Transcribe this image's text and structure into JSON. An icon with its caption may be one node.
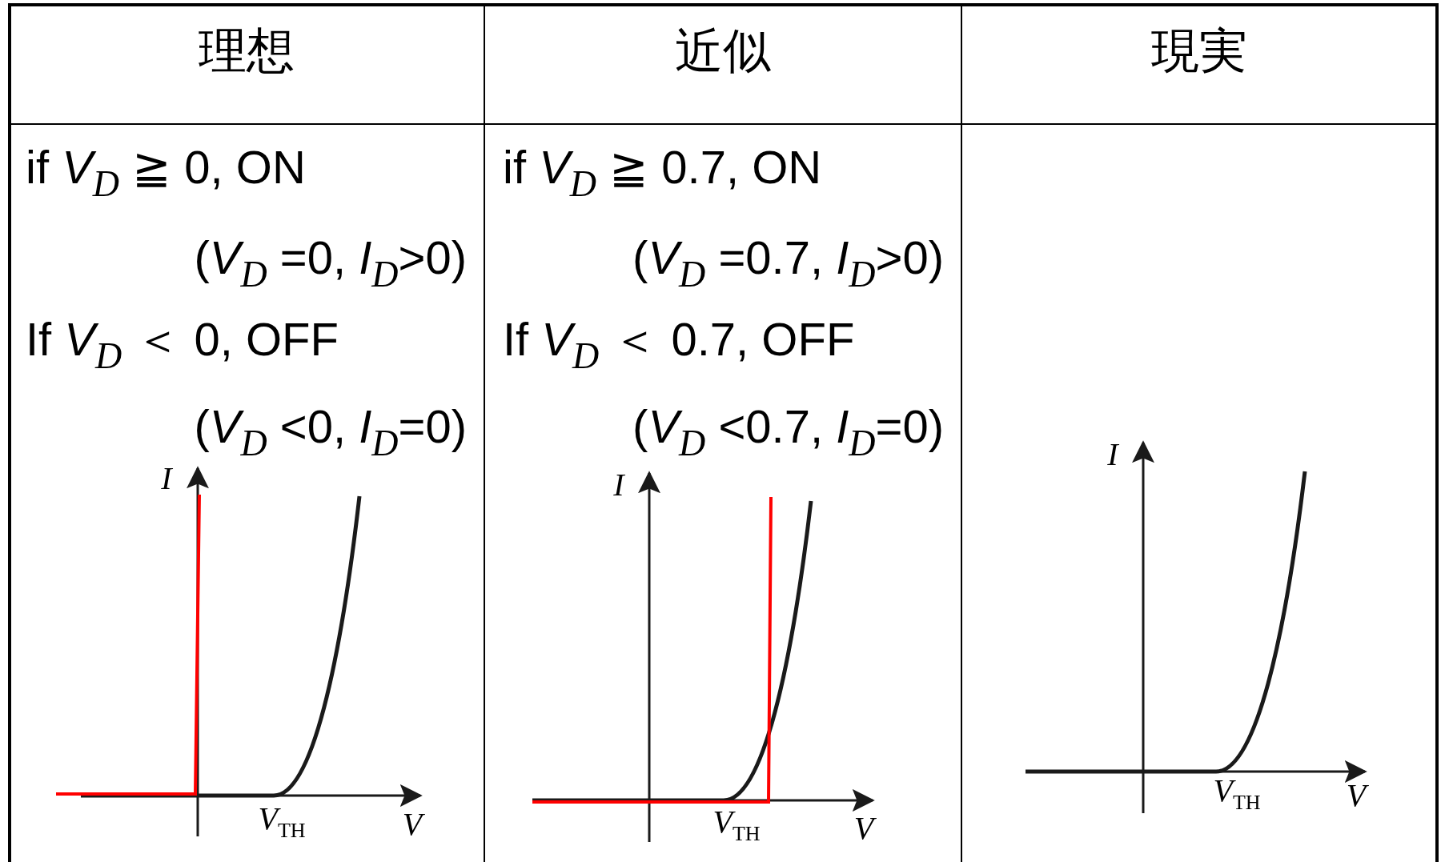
{
  "diagram": {
    "labels": [
      "理想",
      "近似",
      "現実",
      "if *V*$_{D}$ ≧ 0,  ON",
      "(*V*$_{D}$ =0, *I*$_{D}$>0)",
      "If *V*$_{D}$ ＜ 0, OFF",
      "(*V*$_{D}$ <0, *I*$_{D}$=0)",
      "if *V*$_{D}$ ≧ 0.7,  ON",
      "(*V*$_{D}$ =0.7, *I*$_{D}$>0)",
      "If *V*$_{D}$ ＜ 0.7, OFF",
      "(*V*$_{D}$ <0.7, *I*$_{D}$=0)",
      "I",
      "*V*$_{TH}$",
      "V",
      "I",
      "*V*$_{TH}$",
      "V",
      "I",
      "*V*$_{TH}$",
      "V"
    ]
  }
}
